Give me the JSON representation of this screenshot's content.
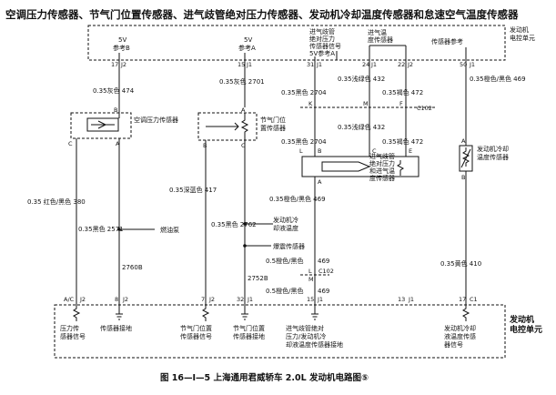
{
  "title": "空调压力传感器、节气门位置传感器、进气歧管绝对压力传感器、发动机冷却温度传感器和怠速空气温度传感器",
  "caption": "图 16—I—5   上海通用君威轿车 2.0L 发动机电路图⑤",
  "ecm_top": {
    "label_line1": "发动机",
    "label_line2": "电控单元",
    "ref_5v_b_line1": "5V",
    "ref_5v_b_line2": "参考B",
    "ref_5v_a_line1": "5V",
    "ref_5v_a_line2": "参考A",
    "map_signal": [
      "进气歧管",
      "绝对压力",
      "传感器信号"
    ],
    "map_ref_cut": "5V参考A",
    "iat_signal": [
      "进气温",
      "度传感器"
    ],
    "sensor_ref": "传感器参考",
    "pins": [
      {
        "num": "17",
        "conn": "J2"
      },
      {
        "num": "15",
        "conn": "J1"
      },
      {
        "num": "31",
        "conn": "J1"
      },
      {
        "num": "24",
        "conn": "J1"
      },
      {
        "num": "22",
        "conn": "J2"
      },
      {
        "num": "50",
        "conn": "J1"
      }
    ]
  },
  "ecm_bottom": {
    "label_line1": "发动机",
    "label_line2": "电控单元",
    "pins": [
      {
        "num": "A/C",
        "conn": "J2"
      },
      {
        "num": "8",
        "conn": "J2"
      },
      {
        "num": "7",
        "conn": "J2"
      },
      {
        "num": "32",
        "conn": "J1"
      },
      {
        "num": "15",
        "conn": "J1"
      },
      {
        "num": "13",
        "conn": "J1"
      },
      {
        "num": "17",
        "conn": "C1"
      }
    ],
    "ac_signal": [
      "压力传",
      "感器信号"
    ],
    "sensor_ground_b": "传感器接地",
    "tps_signal": [
      "节气门位置",
      "传感器信号"
    ],
    "tps_ground": [
      "节气门位置",
      "传感器接地"
    ],
    "map_ect_ground": [
      "进气歧管绝对",
      "压力/发动机冷",
      "却液温度传感器接地"
    ],
    "ect_signal": [
      "发动机冷却",
      "液温度传感",
      "器信号"
    ]
  },
  "wires": {
    "w474": "0.35灰色 474",
    "w2701": "0.35灰色 2701",
    "w2704_top": "0.35黑色 2704",
    "w432_top": "0.35浅绿色 432",
    "w472_top": "0.35褐色 472",
    "w469_top": "0.35橙色/黑色 469",
    "w2704_mid": "0.35黑色 2704",
    "w432_mid": "0.35浅绿色 432",
    "w472_mid": "0.35褐色 472",
    "w380": "0.35 红色/黑色 380",
    "w417": "0.35深蓝色 417",
    "w469_b": "0.35橙色/黑色 469",
    "w2571": "0.35黑色 2571",
    "w2762": "0.35黑色 2762",
    "w469_c": "0.5橙色/黑色",
    "w469_c_num": "469",
    "w469_d": "0.5橙色/黑色",
    "w469_d_num": "469",
    "w410": "0.35黄色 410",
    "w2760": "2760B",
    "w2752": "2752B"
  },
  "connector_c102_top": "C102",
  "connector_c102_bottom": "C102",
  "components": {
    "ac_sensor": "空调压力传感器",
    "tps": [
      "节气门位",
      "置传感器"
    ],
    "map_iat": [
      "进气歧管",
      "绝对压力",
      "和进气温",
      "度传感器"
    ],
    "ect": [
      "发动机冷却",
      "温度传感器"
    ],
    "fuel_pump": "燃油泵",
    "ect_gauge": [
      "发动机冷",
      "却液温度"
    ],
    "knock": "爆震传感器"
  },
  "pin_letters": [
    "B",
    "C",
    "A",
    "A",
    "B",
    "C",
    "K",
    "M",
    "F",
    "L",
    "E",
    "B",
    "C",
    "A",
    "B",
    "A",
    "L",
    "M"
  ]
}
